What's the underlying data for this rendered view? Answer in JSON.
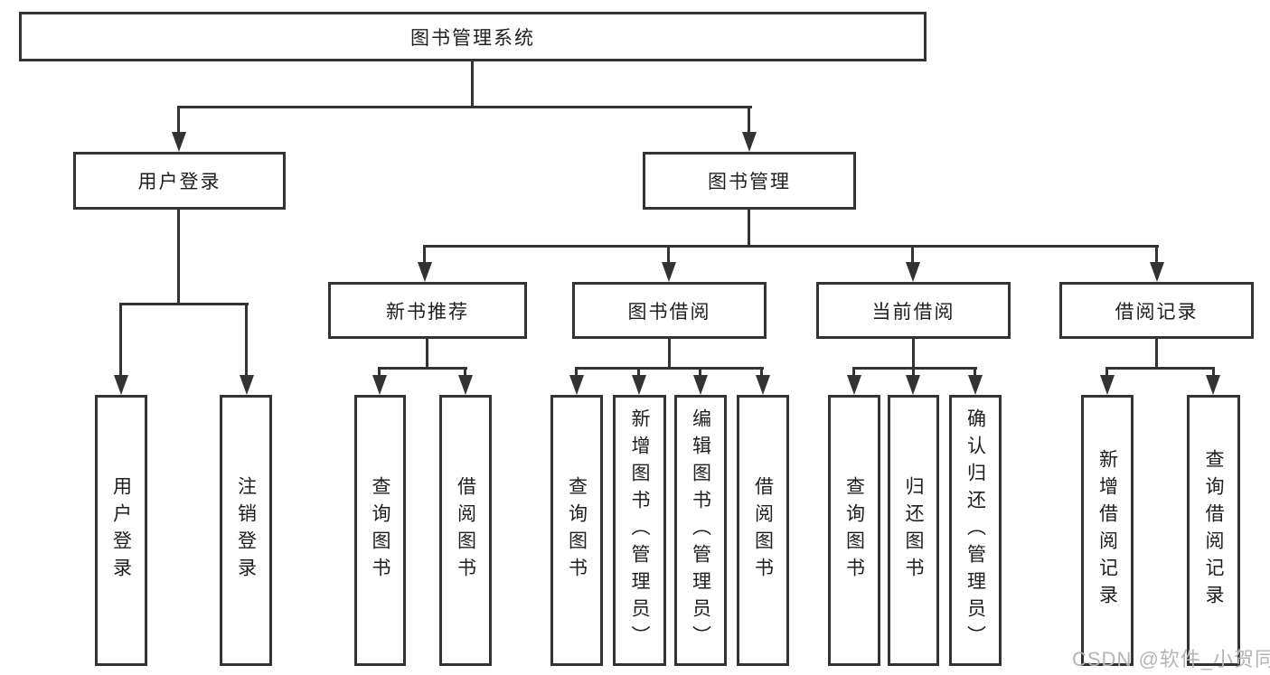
{
  "colors": {
    "background": "#ffffff",
    "line": "#333333",
    "text": "#1e1e1e",
    "watermark": "#b5b5b5"
  },
  "watermark": "CSDN @软件_小贺同学",
  "nodes": {
    "root": "图书管理系统",
    "user_login": "用户登录",
    "book_management": "图书管理",
    "login": "用户登录",
    "logout": "注销登录",
    "new_book_recommend": "新书推荐",
    "book_borrowing": "图书借阅",
    "current_borrowing": "当前借阅",
    "borrowing_records": "借阅记录",
    "newrec_query_books": "查询图书",
    "newrec_borrow_books": "借阅图书",
    "borrow_query_books": "查询图书",
    "borrow_add_books_admin": "新增图书（管理员）",
    "borrow_edit_books_admin": "编辑图书（管理员）",
    "borrow_borrow_books": "借阅图书",
    "current_query_books": "查询图书",
    "current_return_books": "归还图书",
    "current_confirm_return_admin": "确认归还（管理员）",
    "records_add_record": "新增借阅记录",
    "records_query_record": "查询借阅记录"
  },
  "tree": {
    "root": "图书管理系统",
    "children": [
      {
        "label": "用户登录",
        "children": [
          "用户登录",
          "注销登录"
        ]
      },
      {
        "label": "图书管理",
        "children": [
          {
            "label": "新书推荐",
            "children": [
              "查询图书",
              "借阅图书"
            ]
          },
          {
            "label": "图书借阅",
            "children": [
              "查询图书",
              "新增图书（管理员）",
              "编辑图书（管理员）",
              "借阅图书"
            ]
          },
          {
            "label": "当前借阅",
            "children": [
              "查询图书",
              "归还图书",
              "确认归还（管理员）"
            ]
          },
          {
            "label": "借阅记录",
            "children": [
              "新增借阅记录",
              "查询借阅记录"
            ]
          }
        ]
      }
    ]
  }
}
